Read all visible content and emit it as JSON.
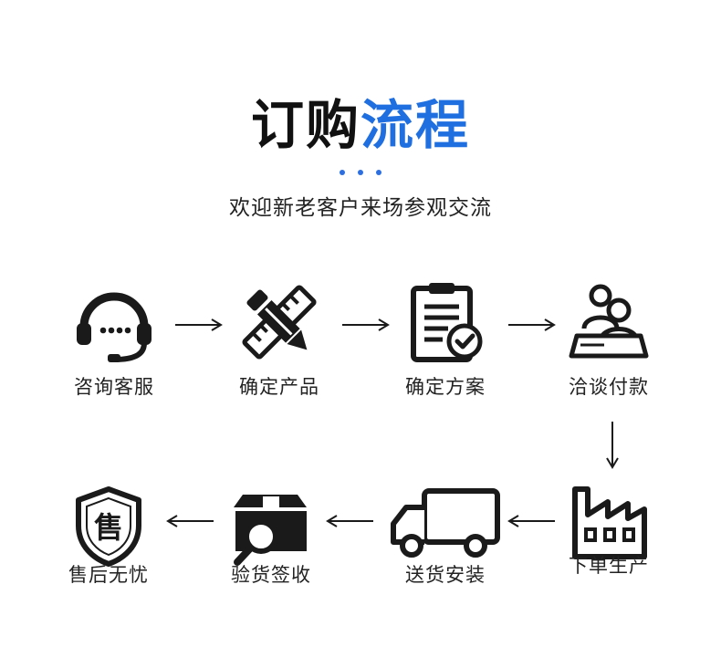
{
  "header": {
    "title_part1": "订购",
    "title_part2": "流程",
    "subtitle": "欢迎新老客户来场参观交流"
  },
  "accent_color": "#1f6fe0",
  "icon_color": "#1a1a1a",
  "steps": [
    {
      "label": "咨询客服",
      "icon": "headset-icon"
    },
    {
      "label": "确定产品",
      "icon": "pencil-ruler-icon"
    },
    {
      "label": "确定方案",
      "icon": "clipboard-check-icon"
    },
    {
      "label": "洽谈付款",
      "icon": "meeting-people-icon"
    },
    {
      "label": "下单生产",
      "icon": "factory-icon"
    },
    {
      "label": "送货安装",
      "icon": "delivery-truck-icon"
    },
    {
      "label": "验货签收",
      "icon": "box-inspect-icon"
    },
    {
      "label": "售后无忧",
      "icon": "after-sales-shield-icon",
      "badge": "售"
    }
  ]
}
